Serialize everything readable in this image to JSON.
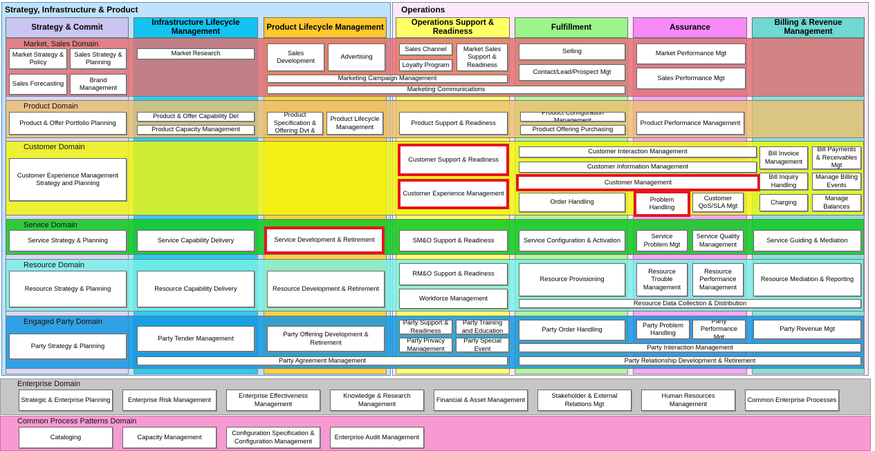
{
  "sections": {
    "sip": "Strategy, Infrastructure & Product",
    "ops": "Operations"
  },
  "columns": [
    {
      "id": "strategy",
      "label": "Strategy & Commit",
      "header_color": "#c9c6f2",
      "body_color": "#d9d6f7"
    },
    {
      "id": "infra",
      "label": "Infrastructure Lifecycle Management",
      "header_color": "#13c4f0",
      "body_color": "#2fcaf2"
    },
    {
      "id": "plm",
      "label": "Product Lifecycle Management",
      "header_color": "#ffc830",
      "body_color": "#ffd040"
    },
    {
      "id": "osr",
      "label": "Operations Support & Readiness",
      "header_color": "#ffff66",
      "body_color": "#ffff70"
    },
    {
      "id": "fulfillment",
      "label": "Fulfillment",
      "header_color": "#9cf58a",
      "body_color": "#b2f7a0"
    },
    {
      "id": "assurance",
      "label": "Assurance",
      "header_color": "#f78af7",
      "body_color": "#f9a6f9"
    },
    {
      "id": "billing",
      "label": "Billing & Revenue Management",
      "header_color": "#6fd8d2",
      "body_color": "#8ae0dc"
    }
  ],
  "domains": [
    {
      "id": "market",
      "label": "Market, Sales Domain",
      "color": "#e8888a"
    },
    {
      "id": "product",
      "label": "Product Domain",
      "color": "#eec77f"
    },
    {
      "id": "customer",
      "label": "Customer Domain",
      "color": "#f2f51a"
    },
    {
      "id": "service",
      "label": "Service Domain",
      "color": "#1ccd2a"
    },
    {
      "id": "resource",
      "label": "Resource Domain",
      "color": "#7cf0e6"
    },
    {
      "id": "engaged",
      "label": "Engaged Party Domain",
      "color": "#1a9fe6"
    },
    {
      "id": "enterprise",
      "label": "Enterprise Domain",
      "color": "#c6c6c6"
    },
    {
      "id": "cpp",
      "label": "Common Process Patterns Domain",
      "color": "#f79ad2"
    }
  ],
  "highlight_color": "#e8141e",
  "boxes": [
    {
      "id": "market-strategy-policy",
      "label": "Market Strategy & Policy"
    },
    {
      "id": "sales-strategy-planning",
      "label": "Sales Strategy & Planning"
    },
    {
      "id": "sales-forecasting",
      "label": "Sales Forecasting"
    },
    {
      "id": "brand-management",
      "label": "Brand Management"
    },
    {
      "id": "market-research",
      "label": "Market Research"
    },
    {
      "id": "sales-development",
      "label": "Sales Development"
    },
    {
      "id": "advertising",
      "label": "Advertising"
    },
    {
      "id": "marketing-campaign-management",
      "label": "Marketing Campaign Management"
    },
    {
      "id": "marketing-communications",
      "label": "Marketing Communications"
    },
    {
      "id": "sales-channel",
      "label": "Sales Channel"
    },
    {
      "id": "loyalty-program",
      "label": "Loyalty Program"
    },
    {
      "id": "market-sales-support-readiness",
      "label": "Market Sales Support & Readiness"
    },
    {
      "id": "selling",
      "label": "Selling"
    },
    {
      "id": "contact-lead-prospect-mgt",
      "label": "Contact/Lead/Prospect Mgt"
    },
    {
      "id": "market-performance-mgt",
      "label": "Market Performance Mgt"
    },
    {
      "id": "sales-performance-mgt",
      "label": "Sales Performance Mgt"
    },
    {
      "id": "product-offer-portfolio-planning",
      "label": "Product & Offer Portfolio Planning"
    },
    {
      "id": "product-offer-capability-del",
      "label": "Product & Offer Capability Del"
    },
    {
      "id": "product-capacity-management",
      "label": "Product Capacity Management"
    },
    {
      "id": "product-specification-offering",
      "label": "Product Specification & Offering Dvt &"
    },
    {
      "id": "product-lifecycle-management",
      "label": "Product Lifecycle Management"
    },
    {
      "id": "product-support-readiness",
      "label": "Product Support & Readiness"
    },
    {
      "id": "product-configuration-management",
      "label": "Product Configuration Management"
    },
    {
      "id": "product-offering-purchasing",
      "label": "Product Offering Purchasing"
    },
    {
      "id": "product-performance-management",
      "label": "Product Performance Management"
    },
    {
      "id": "customer-experience-mgmt-strategy",
      "label": "Customer Experience Management Strategy and Planning"
    },
    {
      "id": "customer-support-readiness",
      "label": "Customer Support & Readiness",
      "highlight": true
    },
    {
      "id": "customer-experience-management",
      "label": "Customer Experience Management",
      "highlight": true
    },
    {
      "id": "customer-interaction-management",
      "label": "Customer Interaction Management"
    },
    {
      "id": "customer-information-management",
      "label": "Customer Information Management"
    },
    {
      "id": "customer-management",
      "label": "Customer Management",
      "highlight": true
    },
    {
      "id": "order-handling",
      "label": "Order Handling"
    },
    {
      "id": "problem-handling",
      "label": "Problem Handling",
      "highlight": true
    },
    {
      "id": "customer-qos-sla-mgt",
      "label": "Customer QoS/SLA Mgt"
    },
    {
      "id": "bill-invoice-management",
      "label": "Bill Invoice Management"
    },
    {
      "id": "bill-payments-receivables-mgt",
      "label": "Bill Payments & Receivables Mgt"
    },
    {
      "id": "bill-inquiry-handling",
      "label": "Bill Inquiry Handling"
    },
    {
      "id": "manage-billing-events",
      "label": "Manage Billing Events"
    },
    {
      "id": "charging",
      "label": "Charging"
    },
    {
      "id": "manage-balances",
      "label": "Manage Balances"
    },
    {
      "id": "service-strategy-planning",
      "label": "Service Strategy & Planning"
    },
    {
      "id": "service-capability-delivery",
      "label": "Service Capability Delivery"
    },
    {
      "id": "service-development-retirement",
      "label": "Service Development & Retirement",
      "highlight": true
    },
    {
      "id": "smo-support-readiness",
      "label": "SM&O Support & Readiness"
    },
    {
      "id": "service-configuration-activation",
      "label": "Service Configuration & Activation"
    },
    {
      "id": "service-problem-mgt",
      "label": "Service Problem Mgt"
    },
    {
      "id": "service-quality-management",
      "label": "Service Quality Management"
    },
    {
      "id": "service-guiding-mediation",
      "label": "Service Guiding & Mediation"
    },
    {
      "id": "resource-strategy-planning",
      "label": "Resource Strategy & Planning"
    },
    {
      "id": "resource-capability-delivery",
      "label": "Resource Capability Delivery"
    },
    {
      "id": "resource-development-retirement",
      "label": "Resource Development & Retirement"
    },
    {
      "id": "rmo-support-readiness",
      "label": "RM&O Support & Readiness"
    },
    {
      "id": "workforce-management",
      "label": "Workforce Management"
    },
    {
      "id": "resource-provisioning",
      "label": "Resource Provisioning"
    },
    {
      "id": "resource-trouble-management",
      "label": "Resource Trouble Management"
    },
    {
      "id": "resource-performance-management",
      "label": "Resource Performance Management"
    },
    {
      "id": "resource-mediation-reporting",
      "label": "Resource Mediation & Reporting"
    },
    {
      "id": "resource-data-collection-distribution",
      "label": "Resource Data Collection & Distribution"
    },
    {
      "id": "party-strategy-planning",
      "label": "Party Strategy & Planning"
    },
    {
      "id": "party-tender-management",
      "label": "Party Tender Management"
    },
    {
      "id": "party-offering-development-retirement",
      "label": "Party Offering Development & Retirement"
    },
    {
      "id": "party-support-readiness",
      "label": "Party Support & Readiness"
    },
    {
      "id": "party-training-education",
      "label": "Party Training and Education"
    },
    {
      "id": "party-privacy-management",
      "label": "Party Privacy Management"
    },
    {
      "id": "party-special-event",
      "label": "Party Special Event"
    },
    {
      "id": "party-agreement-management",
      "label": "Party Agreement Management"
    },
    {
      "id": "party-order-handling",
      "label": "Party Order Handling"
    },
    {
      "id": "party-problem-handling",
      "label": "Party Problem Handling"
    },
    {
      "id": "party-performance-mgt",
      "label": "Party Performance Mgt"
    },
    {
      "id": "party-revenue-mgt",
      "label": "Party Revenue Mgt"
    },
    {
      "id": "party-interaction-management",
      "label": "Party Interaction Management"
    },
    {
      "id": "party-relationship-development-retirement",
      "label": "Party Relationship Development & Retirement"
    },
    {
      "id": "strategic-enterprise-planning",
      "label": "Strategic & Enterprise Planning"
    },
    {
      "id": "enterprise-risk-management",
      "label": "Enterprise Risk Management"
    },
    {
      "id": "enterprise-effectiveness-management",
      "label": "Enterprise Effectiveness Management"
    },
    {
      "id": "knowledge-research-management",
      "label": "Knowledge & Research Management"
    },
    {
      "id": "financial-asset-management",
      "label": "Financial & Asset Management"
    },
    {
      "id": "stakeholder-external-relations-mgt",
      "label": "Stakeholder & External Relations Mgt"
    },
    {
      "id": "human-resources-management",
      "label": "Human Resources Management"
    },
    {
      "id": "common-enterprise-processes",
      "label": "Common Enterprise Processes"
    },
    {
      "id": "cataloging",
      "label": "Cataloging"
    },
    {
      "id": "capacity-management",
      "label": "Capacity Management"
    },
    {
      "id": "configuration-specification-management",
      "label": "Configuration Specification & Configuration Management"
    },
    {
      "id": "enterprise-audit-management",
      "label": "Enterprise Audit Management"
    }
  ]
}
